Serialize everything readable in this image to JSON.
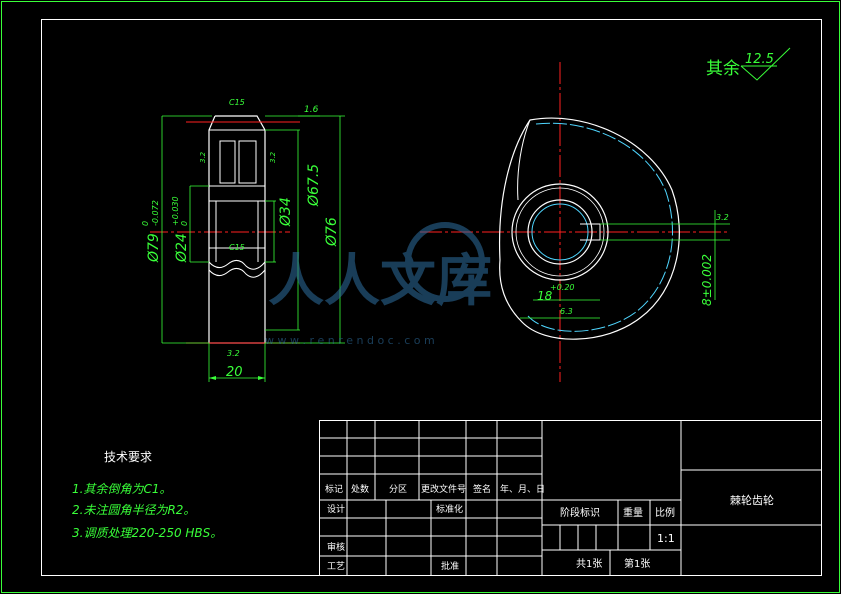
{
  "roughness": {
    "label": "其余",
    "value": "12.5"
  },
  "side_view": {
    "top_chamfer": "C15",
    "mid_chamfer": "C15",
    "top_tol": "1.6",
    "rough_left": "3.2",
    "rough_right": "3.2",
    "bottom_rough": "3.2",
    "d79": "Ø79",
    "d79_tol_upper": "0",
    "d79_tol_lower": "-0.072",
    "d24": "Ø24",
    "d24_tol_upper": "+0.030",
    "d24_tol_lower": "0",
    "d34": "Ø34",
    "d675": "Ø67.5",
    "d76": "Ø76",
    "width": "20"
  },
  "front_view": {
    "key_rough": "3.2",
    "key_depth": "18",
    "key_depth_tol": "+0.20",
    "key_depth_rough": "6.3",
    "key_width": "8±0.002"
  },
  "watermark": {
    "cn": "人人文库",
    "url": "w w w . r e n r e n d o c . c o m"
  },
  "tech_req": {
    "title": "技术要求",
    "items": [
      "1.其余倒角为C1。",
      "2.未注圆角半径为R2。",
      "3.调质处理220-250 HBS。"
    ]
  },
  "title_block": {
    "row_labels": [
      "标记",
      "处数",
      "分区",
      "更改文件号",
      "签名",
      "年、月、日"
    ],
    "design": "设计",
    "standard": "标准化",
    "review": "审核",
    "process": "工艺",
    "approve": "批准",
    "stage_mark": "阶段标识",
    "weight": "重量",
    "scale_label": "比例",
    "scale_value": "1:1",
    "sheets_total": "共1张",
    "sheet_no": "第1张",
    "part_name": "棘轮齿轮"
  }
}
